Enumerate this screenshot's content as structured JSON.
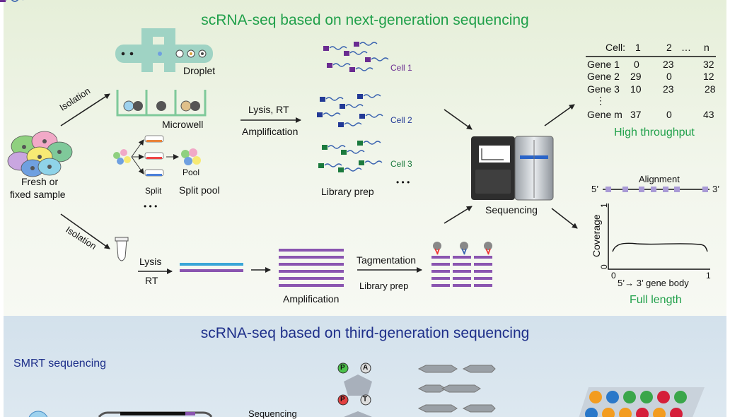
{
  "top_title": "scRNA-seq based on next-generation sequencing",
  "bottom_title": "scRNA-seq based on third-generation sequencing",
  "sample_label_line1": "Fresh or",
  "sample_label_line2": "fixed sample",
  "isolation_upper": "Isolation",
  "isolation_lower": "Isolation",
  "methods": {
    "droplet": "Droplet",
    "microwell": "Microwell",
    "pool": "Pool",
    "split": "Split",
    "split_pool": "Split pool",
    "ellipsis": "• • •"
  },
  "lysis_rt": "Lysis, RT",
  "amplification_top": "Amplification",
  "cells": {
    "cell1": "Cell 1",
    "cell2": "Cell 2",
    "cell3": "Cell 3",
    "more": "• • •",
    "colors": [
      "#6a2c91",
      "#233a96",
      "#1b7a3e"
    ]
  },
  "library_prep_top": "Library prep",
  "sequencing": "Sequencing",
  "matrix": {
    "header": [
      "Cell:",
      "1",
      "2",
      "…",
      "n"
    ],
    "rows": [
      [
        "Gene 1",
        "0",
        "23",
        "32"
      ],
      [
        "Gene 2",
        "29",
        "0",
        "12"
      ],
      [
        "Gene 3",
        "10",
        "23",
        "28"
      ],
      [
        "Gene m",
        "37",
        "0",
        "43"
      ]
    ],
    "vdots": "⋮"
  },
  "high_throughput": "High throughput",
  "alignment": {
    "title": "Alignment",
    "five": "5’",
    "three": "3’"
  },
  "coverage": {
    "ylabel": "Coverage",
    "y0": "0",
    "y1": "1",
    "x0": "0",
    "x1": "1",
    "xlabel": "5’→ 3’ gene body"
  },
  "full_length": "Full length",
  "lysis": "Lysis",
  "rt": "RT",
  "amplification_bottom": "Amplification",
  "tagmentation": "Tagmentation",
  "library_prep_bottom": "Library prep",
  "smrt": "SMRT sequencing",
  "sequencing_bottom": "Sequencing",
  "nucleotides": {
    "p1": "P",
    "a": "A",
    "p2": "P",
    "t": "T"
  },
  "accent_colors": {
    "green": "#20a04a",
    "navy": "#1e2f8a",
    "purple": "#8a55b0",
    "blue": "#3aa6d8"
  }
}
